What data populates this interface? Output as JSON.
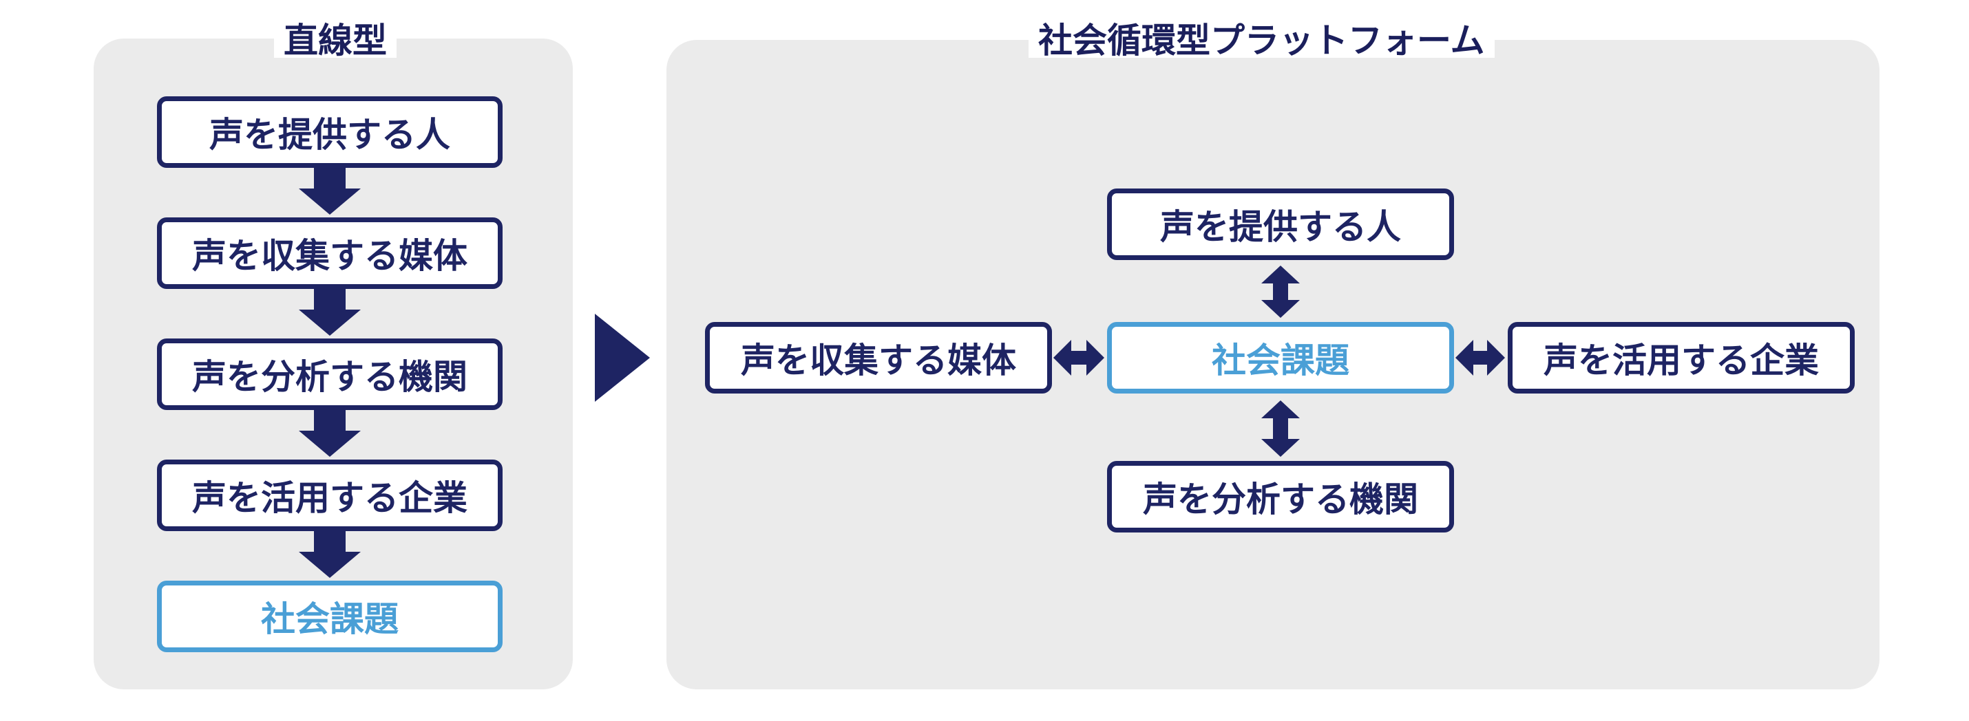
{
  "linear": {
    "title": "直線型",
    "steps": [
      "声を提供する人",
      "声を収集する媒体",
      "声を分析する機関",
      "声を活用する企業",
      "社会課題"
    ]
  },
  "platform": {
    "title": "社会循環型プラットフォーム",
    "center": "社会課題",
    "top": "声を提供する人",
    "left": "声を収集する媒体",
    "right": "声を活用する企業",
    "bottom": "声を分析する機関"
  },
  "colors": {
    "navy": "#1e2463",
    "accent_blue": "#4a9fd6",
    "panel_gray": "#ebebeb"
  }
}
